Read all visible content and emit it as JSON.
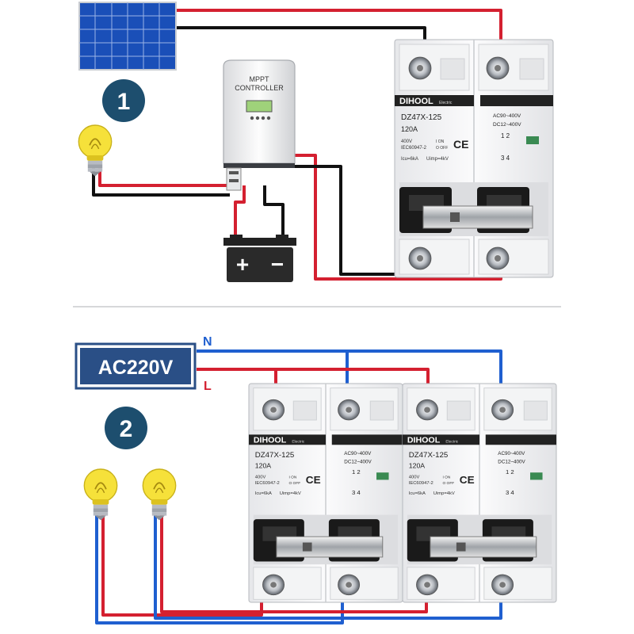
{
  "diagrams": [
    {
      "step": "1",
      "controller_label_line1": "MPPT",
      "controller_label_line2": "CONTROLLER",
      "battery_plus": "+",
      "battery_minus": "−"
    },
    {
      "step": "2",
      "source_label": "AC220V",
      "neutral_label": "N",
      "line_label": "L"
    }
  ],
  "breaker": {
    "brand": "DIHOOL",
    "brand_suffix": "Electric",
    "model": "DZ47X-125",
    "current": "120A",
    "rating_ac": "AC90~400V",
    "rating_dc": "DC12~400V",
    "volt_line": "400V",
    "standard": "IEC60947-2",
    "icu": "Icu=6kA",
    "uimp": "Uimp=4kV",
    "on_label": "I ON",
    "off_label": "O OFF",
    "ce": "CE",
    "pole_top": "1 2",
    "pole_bottom": "3 4"
  },
  "colors": {
    "red_wire": "#d42030",
    "black_wire": "#111111",
    "blue_wire": "#1f5fd0",
    "step_badge": "#1d4e6e",
    "source_box": "#2a4f86",
    "bulb_yellow": "#f6e13a"
  }
}
